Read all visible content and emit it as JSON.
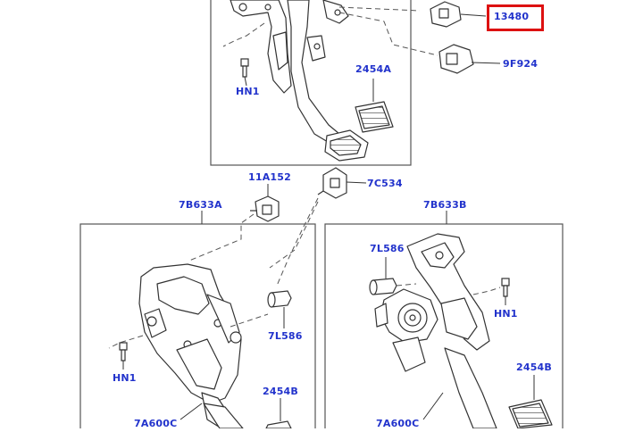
{
  "diagram": {
    "callouts": {
      "c13480": "13480",
      "c9F924": "9F924",
      "c2454A": "2454A",
      "cHN1_top": "HN1",
      "c11A152": "11A152",
      "c7C534": "7C534",
      "c7B633A": "7B633A",
      "c7B633B": "7B633B",
      "c7L586_left": "7L586",
      "cHN1_left": "HN1",
      "c2454B_left": "2454B",
      "c7A600C_left": "7A600C",
      "c7L586_right": "7L586",
      "cHN1_right": "HN1",
      "c2454B_right": "2454B",
      "c7A600C_right": "7A600C"
    },
    "highlighted_part": "13480",
    "colors": {
      "callout_text": "#2233cc",
      "highlight_border": "#dd1111",
      "line_art": "#333333",
      "frame": "#555555"
    }
  }
}
